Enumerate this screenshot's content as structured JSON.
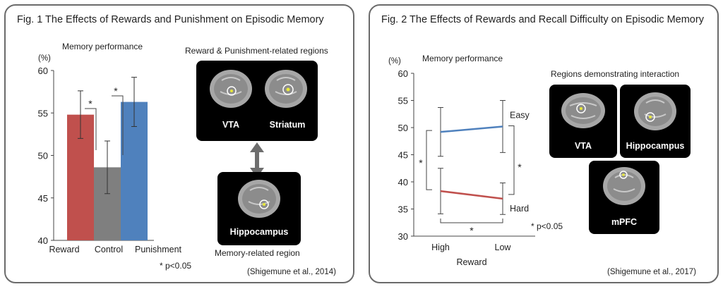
{
  "fig1": {
    "title": "Fig. 1 The Effects of Rewards and Punishment on Episodic Memory",
    "regions_heading": "Reward & Punishment-related regions",
    "regions": [
      "VTA",
      "Striatum"
    ],
    "memory_region_label": "Hippocampus",
    "memory_region_caption": "Memory-related region",
    "significance_note": "* p<0.05",
    "citation": "(Shigemune et al., 2014)"
  },
  "fig2": {
    "title": "Fig. 2 The Effects of Rewards and Recall Difficulty on Episodic Memory",
    "regions_heading": "Regions demonstrating interaction",
    "regions": [
      "VTA",
      "Hippocampus",
      "mPFC"
    ],
    "significance_note": "* p<0.05",
    "citation": "(Shigemune et al., 2017)"
  },
  "chart_data": [
    {
      "type": "bar",
      "title": "Memory performance",
      "yunit": "(%)",
      "categories": [
        "Reward",
        "Control",
        "Punishment"
      ],
      "values": [
        54.8,
        48.6,
        56.3
      ],
      "errors": [
        2.8,
        3.1,
        2.9
      ],
      "colors": [
        "#c0504d",
        "#7f7f7f",
        "#4f81bd"
      ],
      "ylim": [
        40,
        60
      ],
      "yticks": [
        40,
        45,
        50,
        55,
        60
      ],
      "significance": [
        {
          "between": [
            "Reward",
            "Control"
          ],
          "label": "*"
        },
        {
          "between": [
            "Control",
            "Punishment"
          ],
          "label": "*"
        }
      ]
    },
    {
      "type": "line",
      "title": "Memory performance",
      "yunit": "(%)",
      "xlabel": "Reward",
      "categories": [
        "High",
        "Low"
      ],
      "ylim": [
        30,
        60
      ],
      "yticks": [
        30,
        35,
        40,
        45,
        50,
        55,
        60
      ],
      "series": [
        {
          "name": "Easy",
          "values": [
            49.2,
            50.2
          ],
          "errors": [
            4.5,
            4.8
          ],
          "color": "#4f81bd"
        },
        {
          "name": "Hard",
          "values": [
            38.3,
            36.9
          ],
          "errors": [
            4.2,
            2.9
          ],
          "color": "#c0504d"
        }
      ],
      "significance": [
        {
          "between": [
            "Easy@High",
            "Hard@High"
          ],
          "label": "*"
        },
        {
          "between": [
            "Easy@Low",
            "Hard@Low"
          ],
          "label": "*"
        },
        {
          "between": [
            "High",
            "Low"
          ],
          "label": "*"
        }
      ]
    }
  ]
}
